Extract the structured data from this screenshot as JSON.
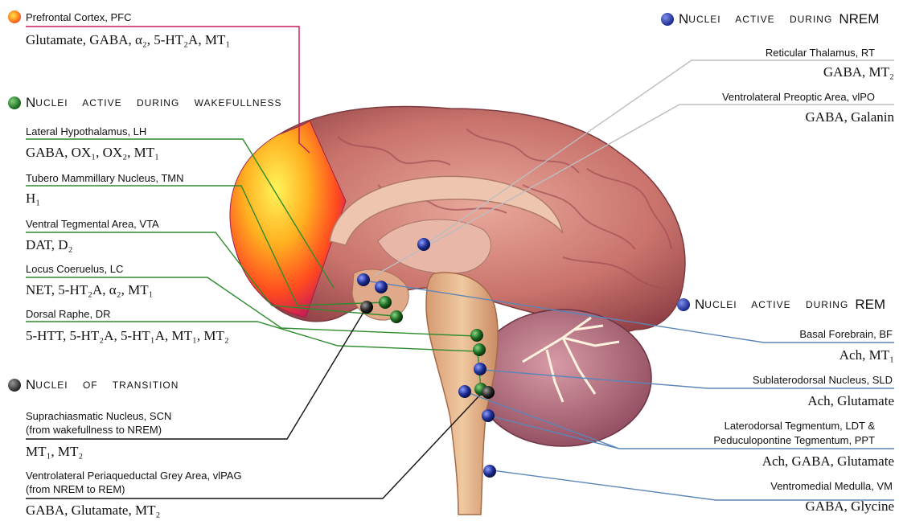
{
  "headers": {
    "nrem": {
      "initial": "N",
      "rest": "UCLEI ACTIVE DURING",
      "keyword": "NREM",
      "color": "#1f2f96"
    },
    "wake": {
      "initial": "N",
      "rest": "UCLEI ACTIVE DURING WAKEFULLNESS",
      "color": "#1e6b22"
    },
    "rem": {
      "initial": "N",
      "rest": "UCLEI ACTIVE DURING",
      "keyword": "REM",
      "color": "#1f2f96"
    },
    "transition": {
      "initial": "N",
      "rest": "UCLEI OF TRANSITION",
      "color": "#2c2c2c"
    }
  },
  "left": {
    "pfc": {
      "name": "Prefrontal Cortex, PFC",
      "chem": "Glutamate, GABA, α₂, 5-HT₂A, MT₁"
    },
    "lh": {
      "name": "Lateral Hypothalamus, LH",
      "chem": "GABA, OX₁, OX₂, MT₁"
    },
    "tmn": {
      "name": "Tubero Mammillary Nucleus, TMN",
      "chem": "H₁"
    },
    "vta": {
      "name": "Ventral Tegmental Area, VTA",
      "chem": "DAT, D₂"
    },
    "lc": {
      "name": "Locus Coeruelus, LC",
      "chem": "NET, 5-HT₂A, α₂, MT₁"
    },
    "dr": {
      "name": "Dorsal Raphe, DR",
      "chem": "5-HTT, 5-HT₂A, 5-HT₁A, MT₁, MT₂"
    },
    "scn": {
      "name1": "Suprachiasmatic Nucleus, SCN",
      "name2": "(from wakefullness to NREM)",
      "chem": "MT₁, MT₂"
    },
    "vlpag": {
      "name1": "Ventrolateral Periaqueductal Grey Area, vlPAG",
      "name2": "(from NREM to REM)",
      "chem": "GABA, Glutamate, MT₂"
    }
  },
  "right": {
    "rt": {
      "name": "Reticular Thalamus, RT",
      "chem": "GABA, MT₂"
    },
    "vlpo": {
      "name": "Ventrolateral Preoptic Area, vlPO",
      "chem": "GABA, Galanin"
    },
    "bf": {
      "name": "Basal Forebrain, BF",
      "chem": "Ach, MT₁"
    },
    "sld": {
      "name": "Sublaterodorsal Nucleus, SLD",
      "chem": "Ach, Glutamate"
    },
    "ldt": {
      "name1": "Laterodorsal Tegmentum, LDT &",
      "name2": "Peduculopontine Tegmentum, PPT",
      "chem": "Ach, GABA, Glutamate"
    },
    "vm": {
      "name": "Ventromedial Medulla, VM",
      "chem": "GABA, Glycine"
    }
  },
  "colors": {
    "green_line": "#2e8b2e",
    "blue_line": "#5b86b8",
    "grey_line": "#b8b8b8",
    "black_line": "#111111",
    "pfc_line": "#c2185b"
  }
}
